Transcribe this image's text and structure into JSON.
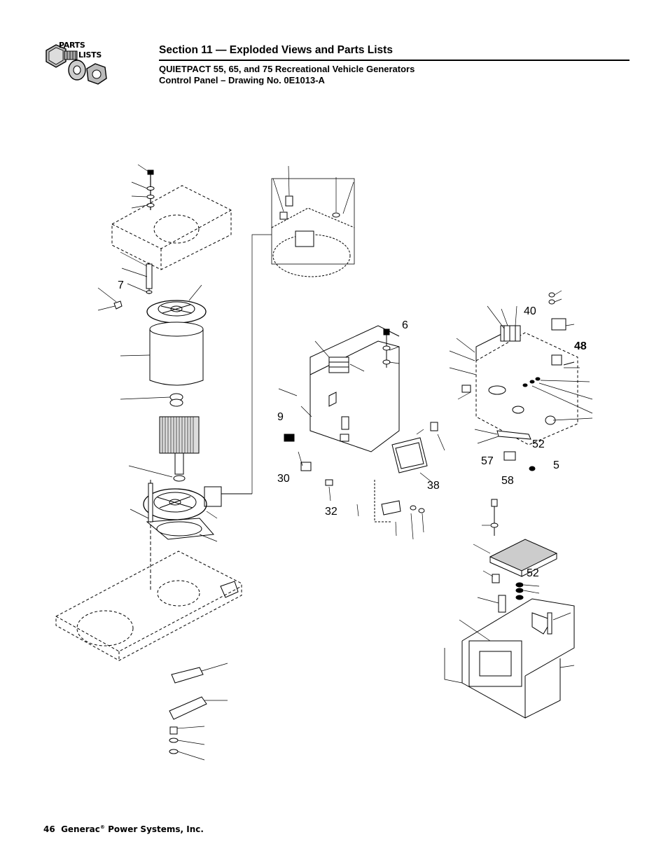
{
  "logo": {
    "line1": "PARTS",
    "line2": "LISTS"
  },
  "header": {
    "section_title": "Section 11 — Exploded Views and Parts Lists",
    "subtitle": "QUIETPACT 55, 65, and 75 Recreational Vehicle Generators",
    "drawing_line": "Control Panel – Drawing No. 0E1013-A"
  },
  "callouts": {
    "c7": "7",
    "c6": "6",
    "c40": "40",
    "c48": "48",
    "c9": "9",
    "c38": "38",
    "c52a": "52",
    "c57": "57",
    "c5": "5",
    "c58": "58",
    "c32": "32",
    "c30": "30",
    "c52b": "52"
  },
  "footer": {
    "page_number": "46",
    "company": "Generac",
    "company_suffix": "Power Systems, Inc."
  }
}
